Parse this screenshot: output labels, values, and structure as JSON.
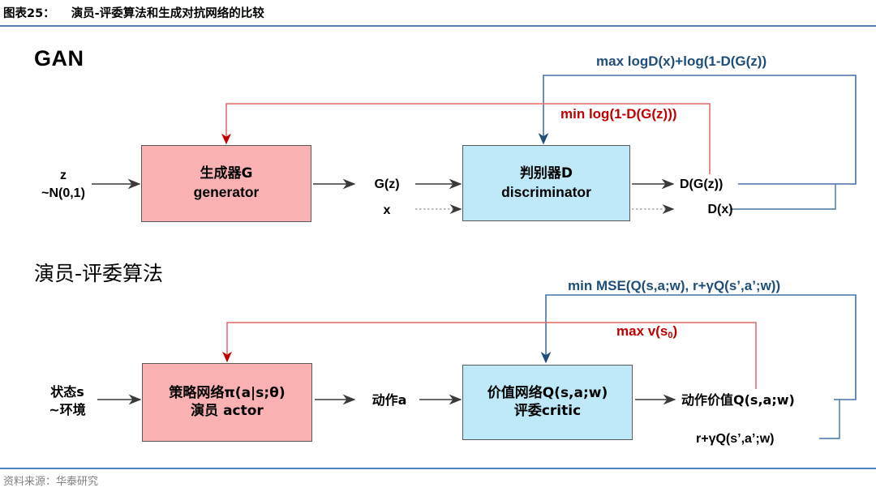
{
  "header": {
    "exhibit_number": "图表25：",
    "title": "演员-评委算法和生成对抗网络的比较"
  },
  "footer": {
    "source": "资料来源：华泰研究"
  },
  "gan": {
    "heading": "GAN",
    "input_label_line1": "z",
    "input_label_line2": "~N(0,1)",
    "generator": {
      "cn": "生成器G",
      "en": "generator"
    },
    "generator_output": "G(z)",
    "real_data_label": "x",
    "discriminator": {
      "cn": "判别器D",
      "en": "discriminator"
    },
    "out_fake": "D(G(z))",
    "out_real": "D(x)",
    "loss_discriminator": "max logD(x)+log(1-D(G(z))",
    "loss_generator": "min log(1-D(G(z)))"
  },
  "actor_critic": {
    "heading": "演员-评委算法",
    "input_label_line1": "状态s",
    "input_label_line2": "~环境",
    "actor": {
      "cn": "策略网络π(a|s;θ)",
      "en": "演员 actor"
    },
    "actor_output": "动作a",
    "critic": {
      "cn": "价值网络Q(s,a;w)",
      "en": "评委critic"
    },
    "out_q": "动作价值Q(s,a;w)",
    "out_target": "r+γQ(s’,a’;w)",
    "loss_critic_prefix": "min MSE(Q(s,a;w), r+γQ(s’,a’;w))",
    "loss_actor_prefix": "max v(s",
    "loss_actor_sub": "0",
    "loss_actor_suffix": ")"
  },
  "colors": {
    "pink_fill": "#f9b1b1",
    "blue_fill": "#bde9f8",
    "box_stroke": "#5a5a5a",
    "loss_blue": "#1f4e79",
    "loss_red": "#c00000",
    "wire_blue": "#4472a8",
    "wire_red": "#e06666",
    "arrow_black": "#404040",
    "rule_blue": "#4f81bd"
  }
}
